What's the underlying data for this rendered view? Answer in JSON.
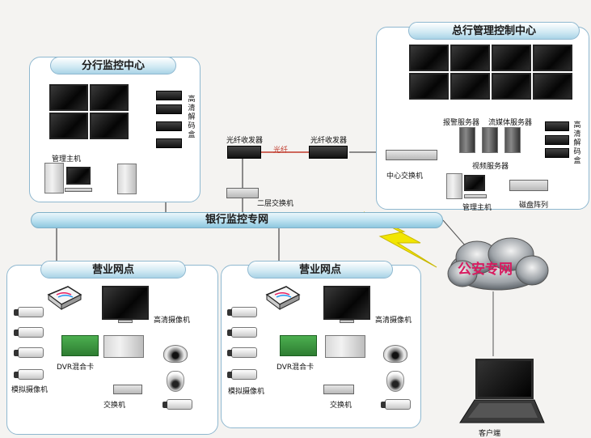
{
  "panels": {
    "branch": {
      "title": "分行监控中心"
    },
    "hq": {
      "title": "总行管理控制中心"
    },
    "site1": {
      "title": "营业网点"
    },
    "site2": {
      "title": "营业网点"
    }
  },
  "network": {
    "label": "银行监控专网"
  },
  "branch": {
    "decoder_label": "高清解码盒",
    "host_label": "管理主机"
  },
  "hq": {
    "alarm_server": "报警服务器",
    "stream_server": "流媒体服务器",
    "video_server": "视频服务器",
    "core_switch": "中心交换机",
    "host_label": "管理主机",
    "disk_array": "磁盘阵列",
    "decoder_label": "高清解码盒"
  },
  "fiber": {
    "transceiver_left": "光纤收发器",
    "transceiver_right": "光纤收发器",
    "fiber_label": "光纤",
    "l2_switch": "二层交换机"
  },
  "police": {
    "label": "公安专网"
  },
  "client": {
    "label": "客户端"
  },
  "site1": {
    "hd_camera": "高清摄像机",
    "dvr_card": "DVR混合卡",
    "analog_camera": "模拟摄像机",
    "switch": "交换机"
  },
  "site2": {
    "hd_camera": "高清摄像机",
    "dvr_card": "DVR混合卡",
    "analog_camera": "模拟摄像机",
    "switch": "交换机"
  },
  "colors": {
    "panel_border": "#8fb8d0",
    "title_fill": "#cfe8f3",
    "fiber_line": "#c0392b",
    "lightning": "#f2e600",
    "police_text": "#d81b60"
  }
}
